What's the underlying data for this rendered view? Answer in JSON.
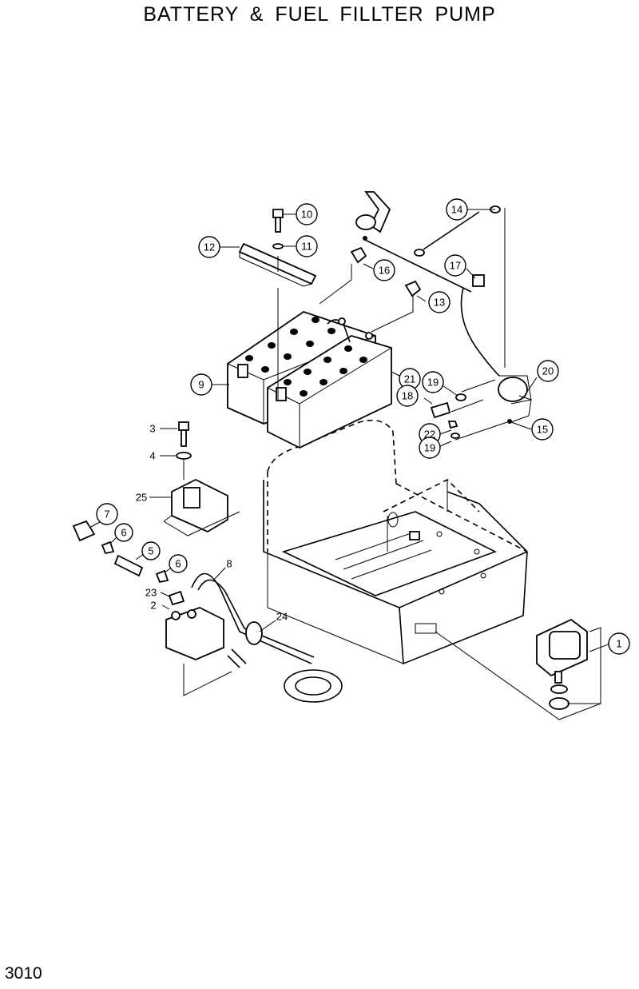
{
  "title": "BATTERY & FUEL FILLTER PUMP",
  "page_number": "3010",
  "callouts": {
    "c1": "1",
    "c2": "2",
    "c3": "3",
    "c4": "4",
    "c5": "5",
    "c6a": "6",
    "c6b": "6",
    "c7": "7",
    "c8": "8",
    "c9": "9",
    "c10": "10",
    "c11": "11",
    "c12": "12",
    "c13": "13",
    "c14": "14",
    "c15": "15",
    "c16": "16",
    "c17": "17",
    "c18": "18",
    "c19a": "19",
    "c19b": "19",
    "c20": "20",
    "c21": "21",
    "c22": "22",
    "c23": "23",
    "c24": "24",
    "c25": "25"
  }
}
